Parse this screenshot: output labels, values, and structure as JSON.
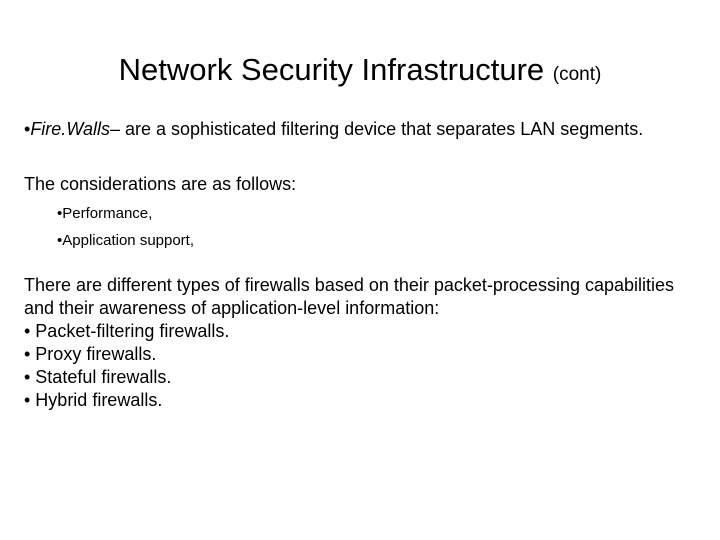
{
  "title": {
    "main": "Network Security Infrastructure",
    "suffix": "(cont)"
  },
  "firewalls": {
    "bullet": "•",
    "term": "Fire.Walls",
    "rest": "– are a sophisticated filtering device that separates LAN segments."
  },
  "considerations": {
    "intro": "The considerations are as follows:",
    "items": [
      {
        "bullet": "•",
        "label": "Performance",
        "suffix": ","
      },
      {
        "bullet": "•",
        "label": "Application support",
        "suffix": ","
      }
    ]
  },
  "types": {
    "intro": "There are different types of firewalls based on their packet-processing capabilities and their awareness of application-level information:",
    "items": [
      "• Packet-filtering firewalls.",
      "• Proxy firewalls.",
      "• Stateful firewalls.",
      "• Hybrid firewalls."
    ]
  }
}
